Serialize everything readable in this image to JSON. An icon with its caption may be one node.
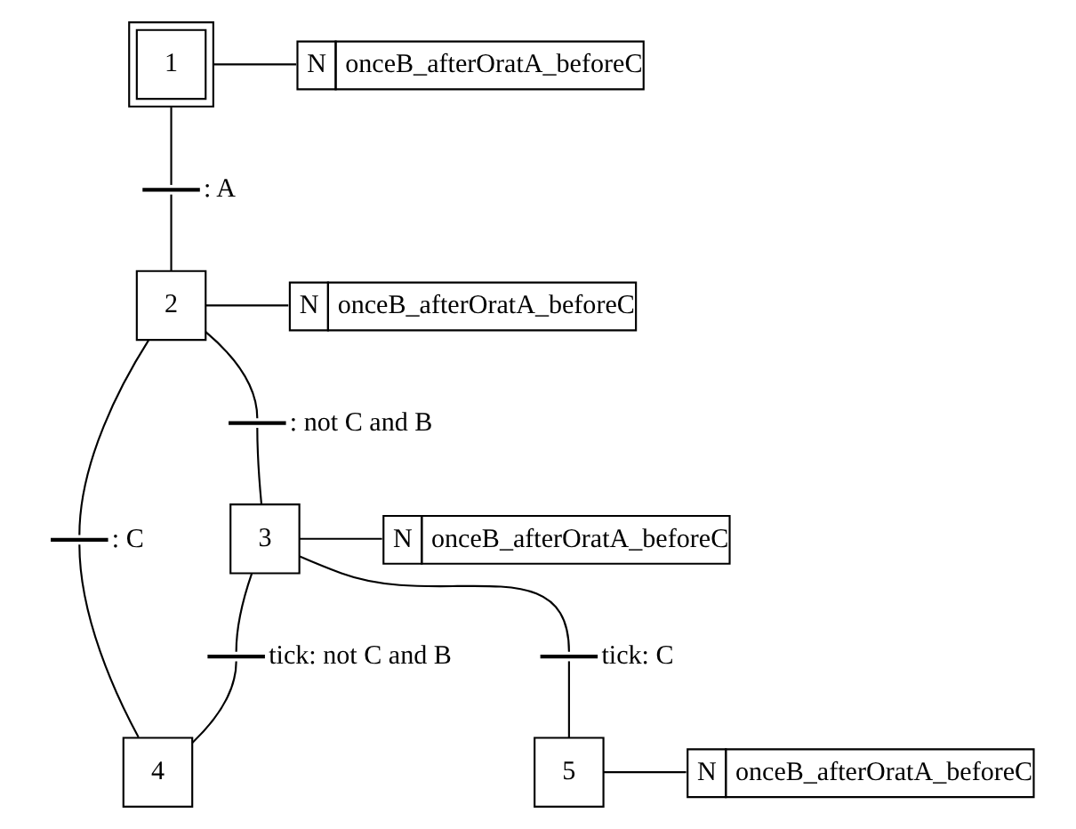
{
  "diagram": {
    "nodes": [
      {
        "text": [
          "1"
        ]
      },
      {
        "text": [
          "N",
          "onceB_afterOratA_beforeC"
        ]
      },
      {
        "text": [],
        "shape": "bar",
        "beside": [
          ": A"
        ]
      },
      {
        "text": [
          "2"
        ]
      },
      {
        "text": [
          "N",
          "onceB_afterOratA_beforeC"
        ]
      },
      {
        "text": [],
        "shape": "bar",
        "beside": [
          ": C"
        ]
      },
      {
        "text": [],
        "shape": "bar",
        "beside": [
          ": not C and B"
        ]
      },
      {
        "text": [
          "3"
        ]
      },
      {
        "text": [
          "N",
          "onceB_afterOratA_beforeC"
        ]
      },
      {
        "text": [],
        "shape": "bar",
        "beside": [
          "tick: not C and B"
        ]
      },
      {
        "text": [],
        "shape": "bar",
        "beside": [
          "tick: C"
        ]
      },
      {
        "text": [
          "4"
        ]
      },
      {
        "text": [
          "5"
        ]
      },
      {
        "text": [
          "N",
          "onceB_afterOratA_beforeC"
        ]
      }
    ],
    "edges": [
      {
        "from": 0,
        "to": 1,
        "arrow": "none"
      },
      {
        "from": 0,
        "to": 2,
        "arrow": "none"
      },
      {
        "from": 2,
        "to": 3,
        "arrow": "none"
      },
      {
        "from": 3,
        "to": 4,
        "arrow": "none"
      },
      {
        "from": 3,
        "to": 5,
        "arrow": "none"
      },
      {
        "from": 3,
        "to": 6,
        "arrow": "none"
      },
      {
        "from": 6,
        "to": 7,
        "arrow": "none"
      },
      {
        "from": 7,
        "to": 8,
        "arrow": "none"
      },
      {
        "from": 7,
        "to": 9,
        "arrow": "none"
      },
      {
        "from": 7,
        "to": 10,
        "arrow": "none"
      },
      {
        "from": 5,
        "to": 11,
        "arrow": "none"
      },
      {
        "from": 9,
        "to": 11,
        "arrow": "none"
      },
      {
        "from": 10,
        "to": 12,
        "arrow": "none"
      },
      {
        "from": 12,
        "to": 13,
        "arrow": "none"
      }
    ]
  }
}
